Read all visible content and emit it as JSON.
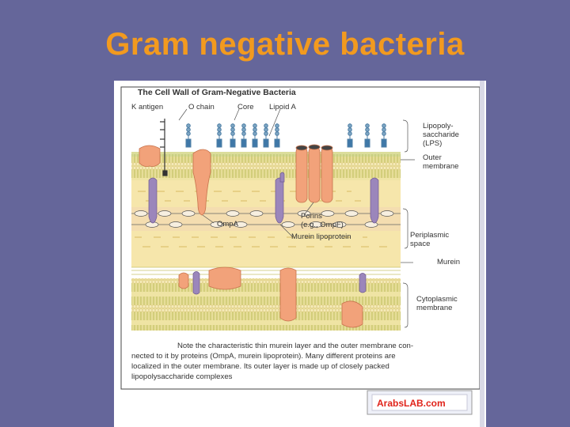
{
  "slide": {
    "title": "Gram negative bacteria"
  },
  "figure": {
    "title": "The Cell Wall of Gram-Negative Bacteria",
    "labels": {
      "k_antigen": "K antigen",
      "o_chain": "O chain",
      "core": "Core",
      "lipoid_a": "Lipoid A",
      "lps_1": "Lipopoly-",
      "lps_2": "saccharide",
      "lps_3": "(LPS)",
      "outer_1": "Outer",
      "outer_2": "membrane",
      "porins_1": "Porins",
      "porins_2": "(e.g., OmpF)",
      "ompa": "OmpA",
      "murein_lipoprotein": "Murein lipoprotein",
      "peri_1": "Periplasmic",
      "peri_2": "space",
      "murein": "Murein",
      "cyto_1": "Cytoplasmic",
      "cyto_2": "membrane"
    },
    "caption": [
      "Note the characteristic thin murein layer and the outer membrane con-",
      "nected to it by proteins (OmpA, murein lipoprotein). Many different proteins are",
      "localized in the outer membrane. Its outer layer is made up of closely packed",
      "lipopolysaccharide complexes"
    ],
    "watermark": "ArabsLAB.com",
    "colors": {
      "lipid_head": "#f2e4a8",
      "lipid_tail": "#c9ca6a",
      "lps_chain": "#6f98b8",
      "protein_orange": "#f2a27a",
      "protein_purple": "#9b86bb",
      "periplasm": "#f5e3a6"
    }
  }
}
